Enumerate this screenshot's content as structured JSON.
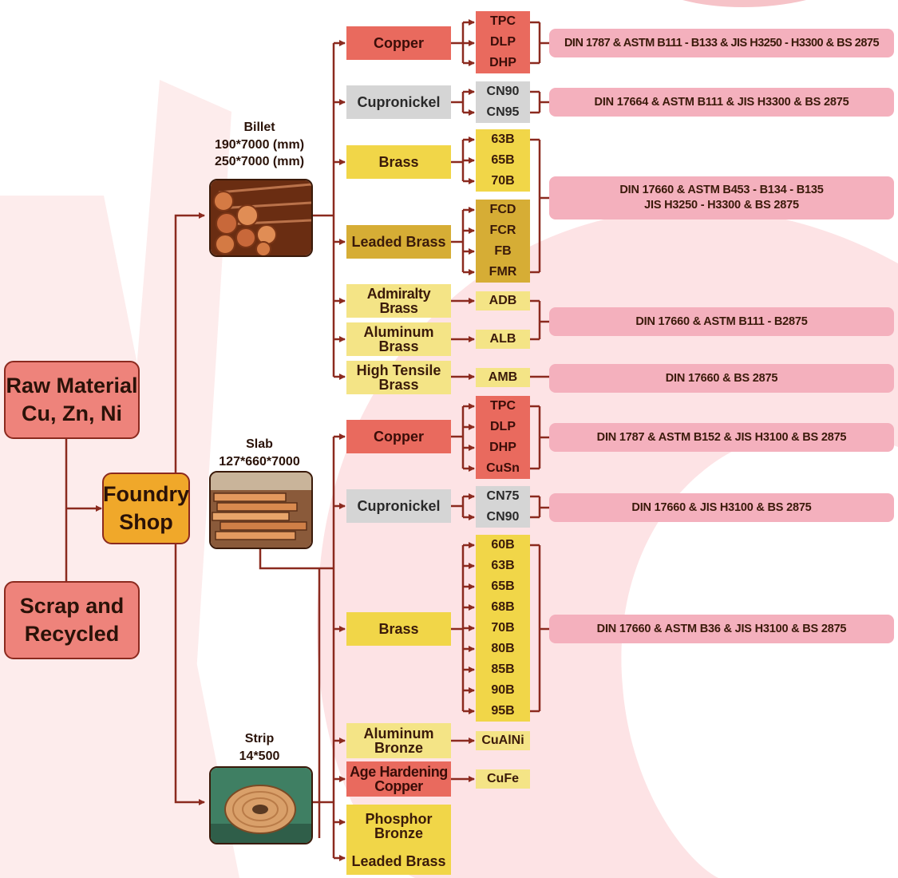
{
  "sources": {
    "raw_material": [
      "Raw Material",
      "Cu, Zn, Ni"
    ],
    "scrap": [
      "Scrap and",
      "Recycled"
    ],
    "foundry": [
      "Foundry",
      "Shop"
    ]
  },
  "products": {
    "billet": [
      "Billet",
      "190*7000 (mm)",
      "250*7000 (mm)"
    ],
    "slab": [
      "Slab",
      "127*660*7000"
    ],
    "strip": [
      "Strip",
      "14*500"
    ]
  },
  "materials": {
    "b_copper": "Copper",
    "b_cupronickel": "Cupronickel",
    "b_brass": "Brass",
    "b_leaded_brass": "Leaded Brass",
    "b_admiralty_brass": "Admiralty Brass",
    "b_aluminum_brass": [
      "Aluminum",
      "Brass"
    ],
    "b_high_tensile_brass": [
      "High Tensile",
      "Brass"
    ],
    "s_copper": "Copper",
    "s_cupronickel": "Cupronickel",
    "s_brass": "Brass",
    "s_aluminum_bronze": [
      "Aluminum",
      "Bronze"
    ],
    "s_age_hardening": [
      "Age Hardening",
      "Copper"
    ],
    "s_phosphor_bronze": [
      "Phosphor",
      "Bronze"
    ],
    "s_leaded_brass": "Leaded Brass"
  },
  "codes": {
    "b_copper": [
      "TPC",
      "DLP",
      "DHP"
    ],
    "b_cupronickel": [
      "CN90",
      "CN95"
    ],
    "b_brass": [
      "63B",
      "65B",
      "70B"
    ],
    "b_leaded_brass": [
      "FCD",
      "FCR",
      "FB",
      "FMR"
    ],
    "b_adb": "ADB",
    "b_alb": "ALB",
    "b_amb": "AMB",
    "s_copper": [
      "TPC",
      "DLP",
      "DHP",
      "CuSn"
    ],
    "s_cupronickel": [
      "CN75",
      "CN90"
    ],
    "s_brass": [
      "60B",
      "63B",
      "65B",
      "68B",
      "70B",
      "80B",
      "85B",
      "90B",
      "95B"
    ],
    "s_cualni": "CuAlNi",
    "s_cufe": "CuFe"
  },
  "standards": {
    "std1": "DIN 1787 & ASTM B111 - B133 & JIS H3250 - H3300 & BS 2875",
    "std2": "DIN 17664 & ASTM B111 & JIS H3300 & BS 2875",
    "std3": [
      "DIN 17660 & ASTM B453 - B134 - B135",
      "JIS H3250 - H3300 & BS 2875"
    ],
    "std4": "DIN 17660 & ASTM B111 - B2875",
    "std5": "DIN 17660 & BS 2875",
    "std6": "DIN 1787 & ASTM B152 & JIS H3100 & BS 2875",
    "std7": "DIN 17660 & JIS H3100 & BS 2875",
    "std8": "DIN 17660 &  ASTM B36 & JIS H3100 & BS 2875"
  },
  "colors": {
    "connector": "#8b2a1f",
    "copper": "#e96a5e",
    "cupronickel": "#d5d5d5",
    "brass": "#f1d648",
    "leaded_brass": "#d6ad35",
    "pale_yellow": "#f4e486",
    "standard_pink": "#f4b0bd",
    "foundry_orange": "#f0a82a",
    "source_salmon": "#ee837b",
    "background_logo": "#fde2e4"
  },
  "icons": {
    "billet_photo": "copper-billets-photo",
    "slab_photo": "copper-slabs-photo",
    "strip_photo": "copper-strip-coil-photo"
  }
}
